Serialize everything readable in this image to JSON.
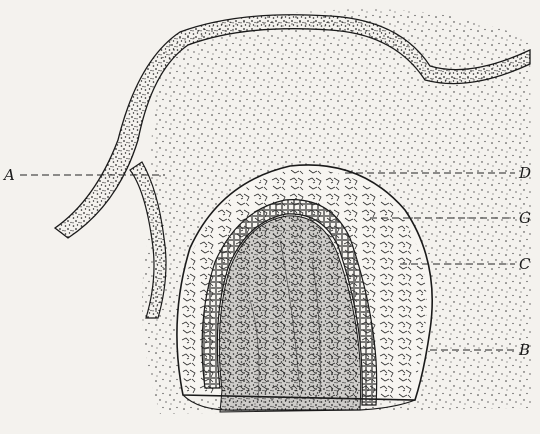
{
  "figure": {
    "labels": {
      "a": "A",
      "b": "B",
      "c": "C",
      "d": "D",
      "g": "G"
    }
  },
  "colors": {
    "paper": "#f4f2ee",
    "ink": "#1a1a1a",
    "tissue_dots": "#2b2b2b"
  }
}
